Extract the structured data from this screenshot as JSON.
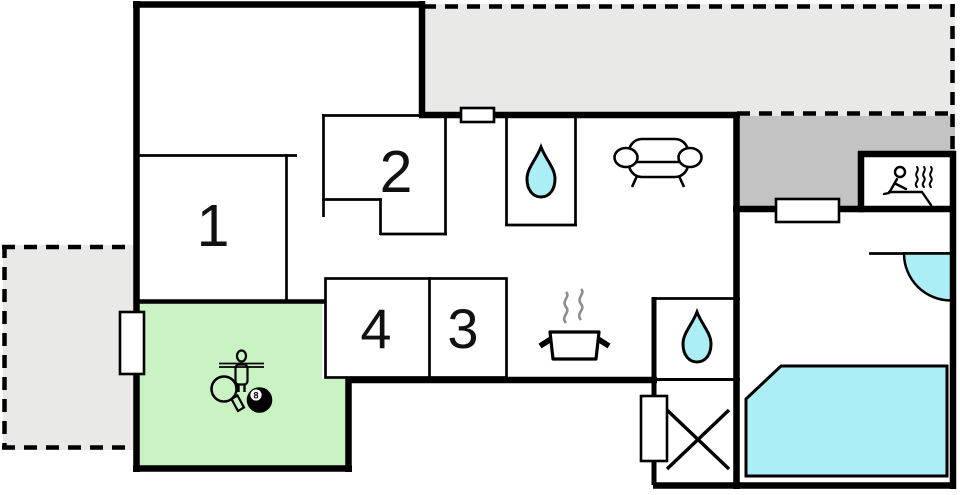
{
  "plan": {
    "title": "apartment-floor-plan",
    "rooms": [
      {
        "id": "room1",
        "label": "1"
      },
      {
        "id": "room2",
        "label": "2"
      },
      {
        "id": "room3",
        "label": "3"
      },
      {
        "id": "room4",
        "label": "4"
      }
    ],
    "eight_ball_label": "8",
    "icons": [
      "water-drop-icon",
      "sofa-icon",
      "cooking-pot-icon",
      "sauna-person-icon",
      "table-tennis-paddle-icon",
      "foosball-player-icon",
      "eight-ball-icon"
    ],
    "colors": {
      "wall": "#000000",
      "terrace_light": "#e9e9e8",
      "terrace_dark": "#c3c3c3",
      "game_room_green": "#c9f3c2",
      "water_cyan": "#aceef5",
      "steam_gray": "#8f8f8f",
      "window_white": "#ffffff",
      "label_color": "#111111"
    }
  }
}
